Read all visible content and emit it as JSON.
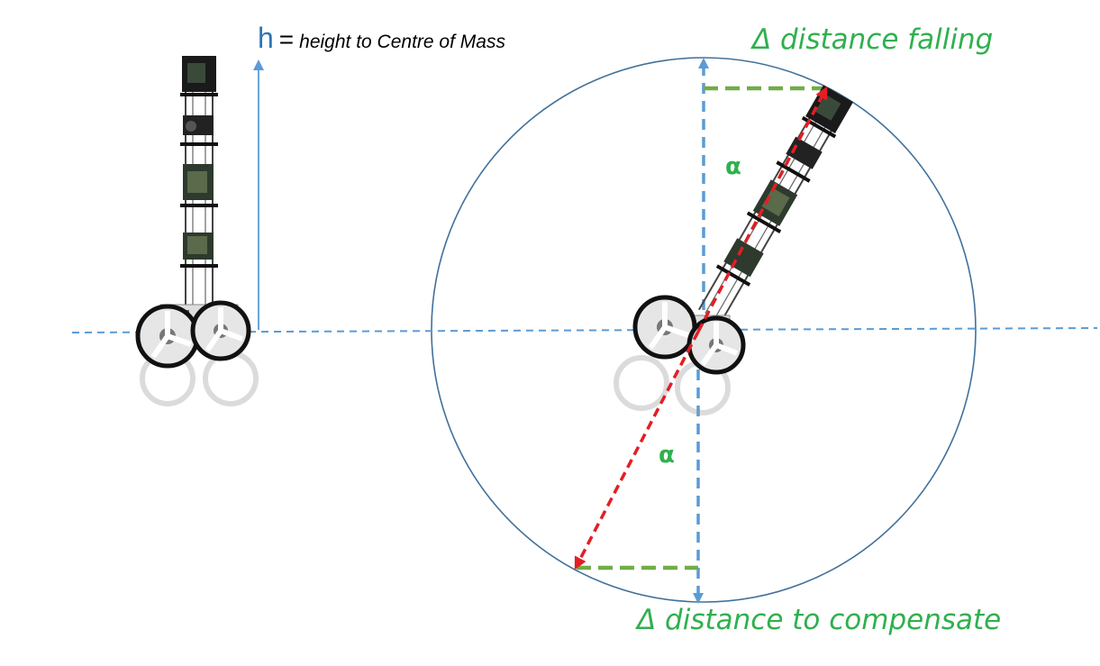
{
  "labels": {
    "height_symbol": "h",
    "height_equals": "=",
    "height_text": "height to Centre of Mass",
    "delta_falling": "Δ distance falling",
    "delta_compensate": "Δ distance to compensate",
    "alpha_top": "α",
    "alpha_bottom": "α"
  },
  "colors": {
    "blue_dashed": "#5B9BD5",
    "circle": "#41719C",
    "red_arrow": "#E31E24",
    "green": "#70AD47",
    "green_text": "#2FB04E",
    "robot_dark": "#1a1a1a",
    "wheel_light": "#e6e6e6"
  },
  "figures": {
    "left_robot": "upright balancing robot with two wheels",
    "right_robot": "tilted balancing robot with two wheels"
  }
}
